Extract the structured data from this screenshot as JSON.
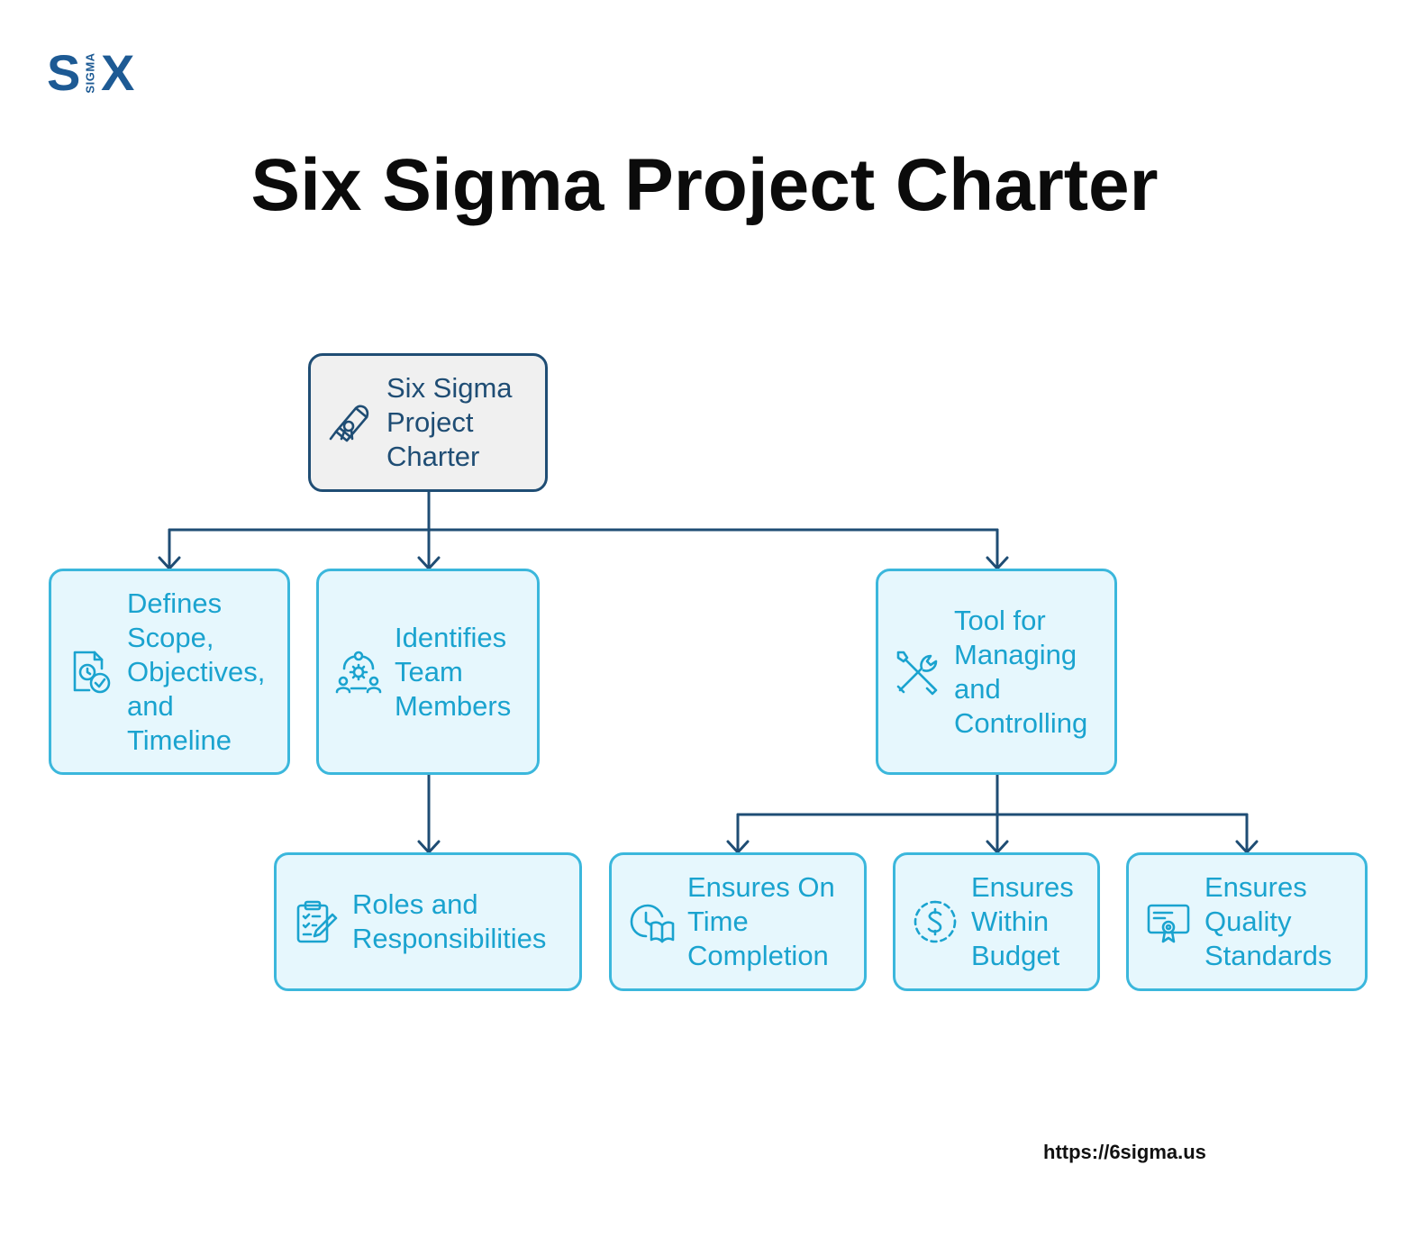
{
  "logo": {
    "s": "S",
    "sigma": "SIGMA",
    "x": "X"
  },
  "title": "Six Sigma Project Charter",
  "nodes": {
    "root": {
      "label": "Six Sigma\nProject\nCharter",
      "icon": "diploma-icon"
    },
    "scope": {
      "label": "Defines\nScope,\nObjectives,\nand\nTimeline",
      "icon": "document-check-icon"
    },
    "team": {
      "label": "Identifies\nTeam\nMembers",
      "icon": "team-icon"
    },
    "tool": {
      "label": "Tool for\nManaging\nand\nControlling",
      "icon": "tools-icon"
    },
    "roles": {
      "label": "Roles and\nResponsibilities",
      "icon": "clipboard-edit-icon"
    },
    "ontime": {
      "label": "Ensures On\nTime\nCompletion",
      "icon": "clock-book-icon"
    },
    "budget": {
      "label": "Ensures\nWithin\nBudget",
      "icon": "dollar-icon"
    },
    "quality": {
      "label": "Ensures\nQuality\nStandards",
      "icon": "certificate-icon"
    }
  },
  "url": "https://6sigma.us",
  "colors": {
    "accent": "#3bb7dc",
    "accent_text": "#1aa3cf",
    "fill": "#e6f7fd",
    "root_border": "#1f4d74",
    "connector": "#1f4d74",
    "logo": "#1d5a94"
  }
}
